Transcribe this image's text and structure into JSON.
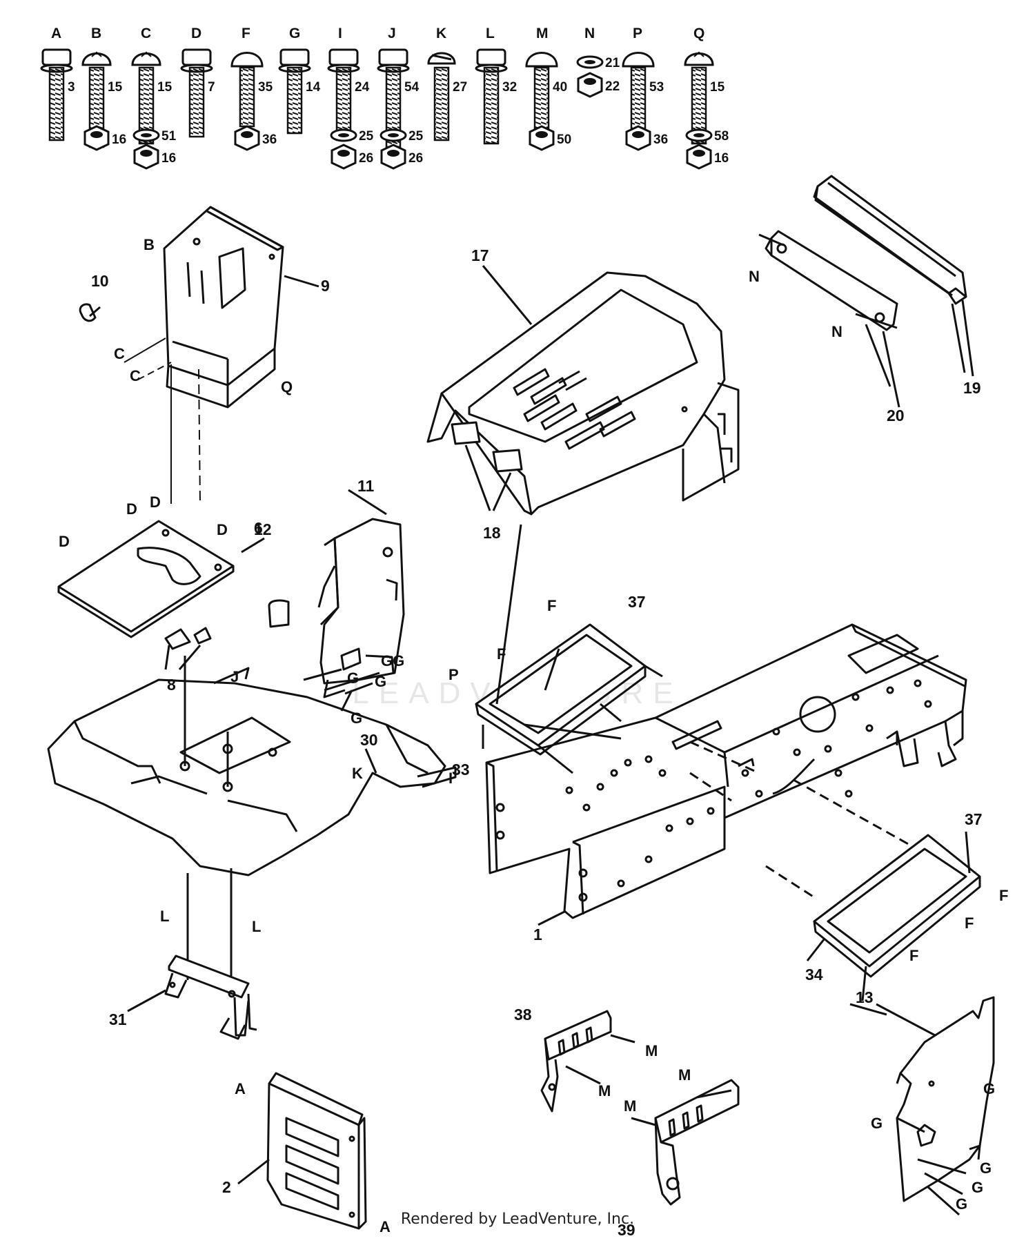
{
  "hardware": [
    {
      "key": "A",
      "fastener": "3"
    },
    {
      "key": "B",
      "fastener": "15",
      "nut": "16"
    },
    {
      "key": "C",
      "fastener": "15",
      "washer": "51",
      "nut": "16"
    },
    {
      "key": "D",
      "fastener": "7"
    },
    {
      "key": "F",
      "fastener": "35",
      "nut": "36"
    },
    {
      "key": "G",
      "fastener": "14"
    },
    {
      "key": "I",
      "fastener": "24",
      "washer": "25",
      "nut": "26"
    },
    {
      "key": "J",
      "fastener": "54",
      "washer": "25",
      "nut": "26"
    },
    {
      "key": "K",
      "fastener": "27"
    },
    {
      "key": "L",
      "fastener": "32"
    },
    {
      "key": "M",
      "fastener": "40",
      "nut": "50"
    },
    {
      "key": "N",
      "washer": "21",
      "nut": "22"
    },
    {
      "key": "P",
      "fastener": "53",
      "nut": "36"
    },
    {
      "key": "Q",
      "fastener": "15",
      "washer": "58",
      "nut": "16"
    }
  ],
  "parts": {
    "p1": "1",
    "p2": "2",
    "p6": "6",
    "p8": "8",
    "p9": "9",
    "p10": "10",
    "p11": "11",
    "p12": "12",
    "p13": "13",
    "p17": "17",
    "p18": "18",
    "p19": "19",
    "p20": "20",
    "p30": "30",
    "p31": "31",
    "p33": "33",
    "p34": "34",
    "p37": "37",
    "p38": "38",
    "p39": "39"
  },
  "callouts": {
    "A": "A",
    "B": "B",
    "C": "C",
    "D": "D",
    "F": "F",
    "G": "G",
    "GG": "GG",
    "I": "I",
    "J": "J",
    "K": "K",
    "L": "L",
    "M": "M",
    "N": "N",
    "P": "P",
    "Q": "Q"
  },
  "watermark": "LEADVENTURE",
  "footer": "Rendered by LeadVenture, Inc."
}
